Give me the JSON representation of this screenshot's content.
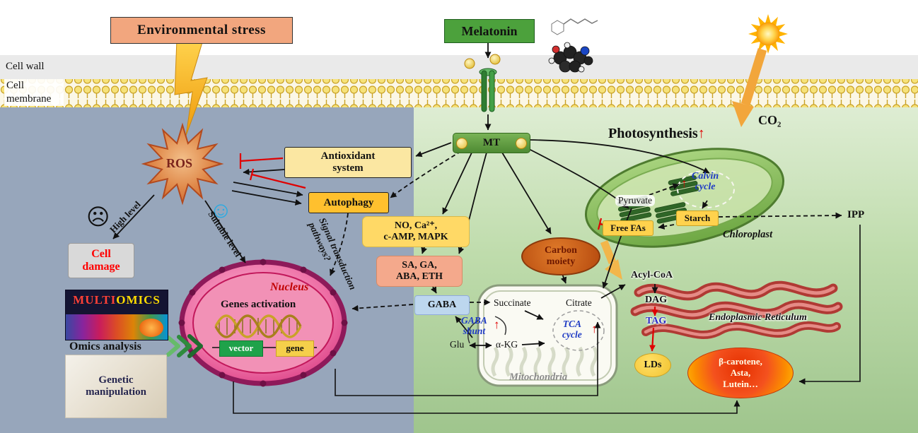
{
  "colors": {
    "left_bg": "#97A6BB",
    "right_bg_top": "#DEEDD3",
    "right_bg_bottom": "#9FC58D",
    "accent_red": "#E00000",
    "pathway_blue": "#1F3BC4",
    "tag_blue": "#2C2CC4",
    "env_stress_bg": "#F2A67E",
    "melatonin_green": "#4CA13C",
    "autophagy_bg": "#FFC02E",
    "antioxidant_bg": "#FBE7A2",
    "no_ca_bg": "#FFD966",
    "sa_bg": "#F4A98C",
    "gaba_bg": "#BDD7EE",
    "nucleus_pink": "#EE6FA5",
    "carbon_bg": "#CB6120"
  },
  "top": {
    "env_stress": "Environmental stress",
    "melatonin": "Melatonin",
    "cell_wall": "Cell wall",
    "cell_membrane_l1": "Cell",
    "cell_membrane_l2": "membrane",
    "photosynthesis": "Photosynthesis",
    "up": "↑",
    "co2": "CO₂"
  },
  "left": {
    "ros": "ROS",
    "antioxidant_l1": "Antioxidant",
    "antioxidant_l2": "system",
    "autophagy": "Autophagy",
    "no_ca_l1": "NO, Ca²⁺,",
    "no_ca_l2": "c-AMP, MAPK",
    "sa_l1": "SA, GA,",
    "sa_l2": "ABA, ETH",
    "gaba": "GABA",
    "sad": "☹",
    "smile": "☺",
    "high_level": "High level",
    "suitable_level": "Suitable level",
    "cell_damage_l1": "Cell",
    "cell_damage_l2": "damage",
    "signal_l1": "Signal transduction",
    "signal_l2": "pathways?",
    "omics_p1": "MULTI",
    "omics_p2": "OMICS",
    "omics_caption": "Omics analysis",
    "genetic_l1": "Genetic",
    "genetic_l2": "manipulation"
  },
  "nucleus": {
    "label": "Nucleus",
    "genes": "Genes activation",
    "vector": "vector",
    "gene": "gene"
  },
  "center": {
    "mt": "MT",
    "carbon_l1": "Carbon",
    "carbon_l2": "moiety"
  },
  "mito": {
    "label": "Mitochondria",
    "succinate": "Succinate",
    "citrate": "Citrate",
    "gaba_l1": "GABA",
    "gaba_l2": "shunt",
    "tca_l1": "TCA",
    "tca_l2": "cycle",
    "glu": "Glu",
    "akg": "α-KG",
    "up": "↑"
  },
  "chloro": {
    "label": "Chloroplast",
    "calvin_l1": "Calvin",
    "calvin_l2": "cycle",
    "starch": "Starch",
    "free_fas": "Free FAs",
    "pyruvate": "Pyruvate",
    "up": "↑"
  },
  "right": {
    "ipp": "IPP",
    "acyl": "Acyl-CoA",
    "dag": "DAG",
    "tag": "TAG",
    "lds": "LDs",
    "er": "Endoplasmic Reticulum",
    "car_l1": "β-carotene,",
    "car_l2": "Asta,",
    "car_l3": "Lutein…"
  }
}
